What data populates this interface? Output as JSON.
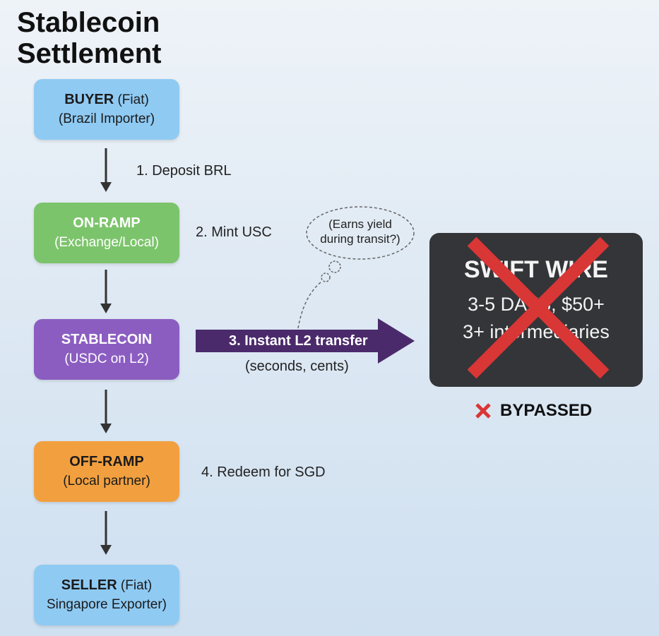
{
  "title": [
    "Stablecoin",
    "Settlement"
  ],
  "nodes": [
    {
      "name": "BUYER",
      "tag": "(Fiat)",
      "sub": "(Brazil Importer)",
      "color": "#8fcaf3"
    },
    {
      "name": "ON-RAMP",
      "sub": "(Exchange/Local)",
      "color": "#7cc46b"
    },
    {
      "name": "STABLECOIN",
      "sub": "(USDC on L2)",
      "color": "#8b5dc1"
    },
    {
      "name": "OFF-RAMP",
      "sub": "(Local partner)",
      "color": "#f2a03f"
    },
    {
      "name": "SELLER",
      "tag": "(Fiat)",
      "sub": "Singapore Exporter)",
      "color": "#8fcaf3"
    }
  ],
  "steps": {
    "s1": "1. Deposit BRL",
    "s2": "2. Mint USC",
    "s3": "3. Instant L2 transfer",
    "s3sub": "(seconds, cents)",
    "s4": "4. Redeem for SGD"
  },
  "thought": [
    "(Earns yield",
    "during transit?)"
  ],
  "swift": {
    "title": "SWIFT WIRE",
    "line1": "3-5 DAYS, $50+",
    "line2": "3+ intermediaries",
    "status": "BYPASSED"
  },
  "colors": {
    "transfer_arrow": "#4b2a6b",
    "cross": "#d93636",
    "swift_bg": "#333538"
  }
}
